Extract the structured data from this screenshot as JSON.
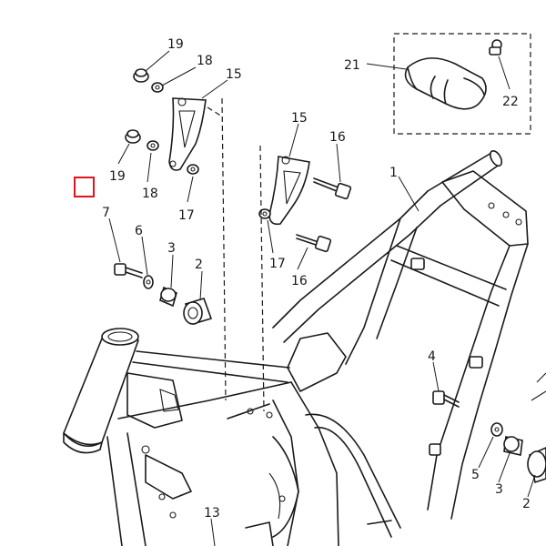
{
  "diagram": {
    "callouts": {
      "c19a": "19",
      "c18a": "18",
      "c15a": "15",
      "c19b": "19",
      "c18b": "18",
      "c17a": "17",
      "c15b": "15",
      "c16a": "16",
      "c17b": "17",
      "c16b": "16",
      "c21": "21",
      "c22": "22",
      "c1": "1",
      "c7": "7",
      "c6": "6",
      "c3a": "3",
      "c2a": "2",
      "c4": "4",
      "c5": "5",
      "c3b": "3",
      "c2b": "2",
      "c13": "13"
    },
    "selection_color": "#e0141e"
  }
}
